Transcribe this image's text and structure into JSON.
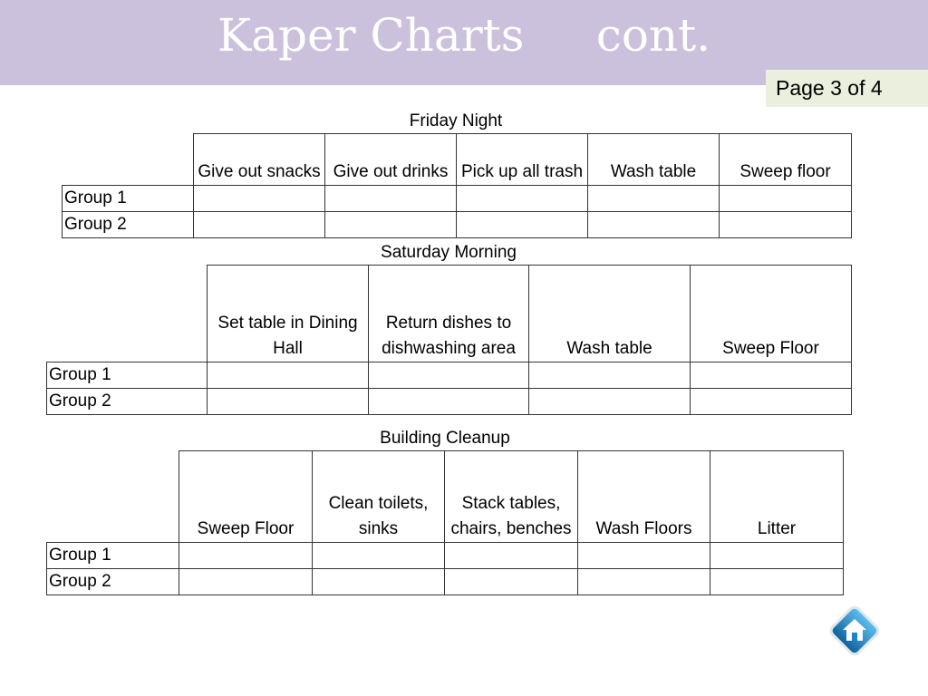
{
  "header": {
    "title": "Kaper Charts     cont.",
    "page_indicator": "Page 3 of 4"
  },
  "sections": [
    {
      "title": "Friday Night",
      "columns": [
        "Give out snacks",
        "Give out drinks",
        "Pick up all trash",
        "Wash table",
        "Sweep floor"
      ],
      "rows": [
        "Group 1",
        "Group 2"
      ]
    },
    {
      "title": "Saturday Morning",
      "columns": [
        "Set table in Dining Hall",
        "Return dishes to dishwashing area",
        "Wash table",
        "Sweep Floor"
      ],
      "rows": [
        "Group 1",
        "Group 2"
      ]
    },
    {
      "title": "Building Cleanup",
      "columns": [
        "Sweep Floor",
        "Clean toilets, sinks",
        "Stack tables, chairs, benches",
        "Wash Floors",
        "Litter"
      ],
      "rows": [
        "Group 1",
        "Group 2"
      ]
    }
  ],
  "nav": {
    "home_icon": "home-icon"
  },
  "colors": {
    "banner": "#cbc1dc",
    "page_indicator_bg": "#eaf0dd",
    "home_button": "#1b86c6"
  }
}
